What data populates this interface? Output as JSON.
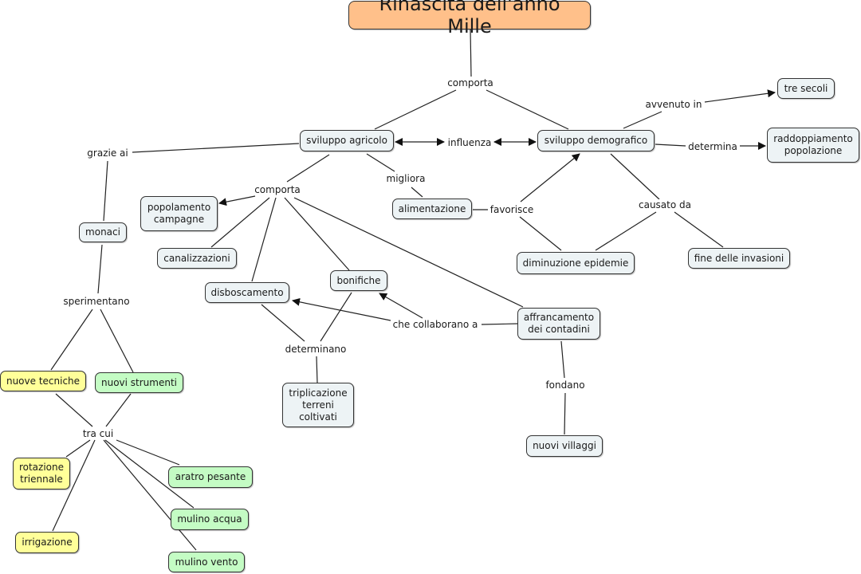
{
  "title": "Rinascita dell'anno Mille",
  "nodes": {
    "title": "Rinascita dell'anno Mille",
    "sviluppo_agricolo": "sviluppo agricolo",
    "sviluppo_demografico": "sviluppo demografico",
    "tre_secoli": "tre secoli",
    "raddoppiamento": "raddoppiamento\npopolazione",
    "alimentazione": "alimentazione",
    "diminuzione_epidemie": "diminuzione epidemie",
    "fine_invasioni": "fine delle invasioni",
    "monaci": "monaci",
    "popolamento": "popolamento\ncampagne",
    "canalizzazioni": "canalizzazioni",
    "disboscamento": "disboscamento",
    "bonifiche": "bonifiche",
    "affrancamento": "affrancamento\ndei contadini",
    "triplicazione": "triplicazione\nterreni\ncoltivati",
    "nuovi_villaggi": "nuovi villaggi",
    "nuove_tecniche": "nuove tecniche",
    "nuovi_strumenti": "nuovi strumenti",
    "rotazione": "rotazione\ntriennale",
    "irrigazione": "irrigazione",
    "aratro": "aratro pesante",
    "mulino_acqua": "mulino acqua",
    "mulino_vento": "mulino vento"
  },
  "links": {
    "comporta_top": "comporta",
    "influenza": "influenza",
    "avvenuto_in": "avvenuto in",
    "determina": "determina",
    "grazie_ai": "grazie ai",
    "comporta_agri": "comporta",
    "migliora": "migliora",
    "favorisce": "favorisce",
    "causato_da": "causato da",
    "sperimentano": "sperimentano",
    "che_collaborano": "che collaborano a",
    "determinano": "determinano",
    "fondano": "fondano",
    "tra_cui": "tra cui"
  },
  "colors": {
    "title_fill": "#ffc08a",
    "node_fill": "#edf3f5",
    "yellow_fill": "#ffff99",
    "green_fill": "#c4fcc4"
  }
}
